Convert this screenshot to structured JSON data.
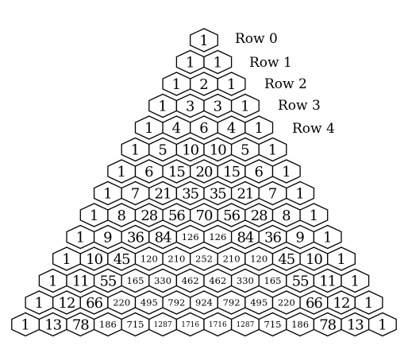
{
  "row_labels": [
    "Row 0",
    "Row 1",
    "Row 2",
    "Row 3",
    "Row 4"
  ],
  "rows": [
    [
      1
    ],
    [
      1,
      1
    ],
    [
      1,
      2,
      1
    ],
    [
      1,
      3,
      3,
      1
    ],
    [
      1,
      4,
      6,
      4,
      1
    ],
    [
      1,
      5,
      10,
      10,
      5,
      1
    ],
    [
      1,
      6,
      15,
      20,
      15,
      6,
      1
    ],
    [
      1,
      7,
      21,
      35,
      35,
      21,
      7,
      1
    ],
    [
      1,
      8,
      28,
      56,
      70,
      56,
      28,
      8,
      1
    ],
    [
      1,
      9,
      36,
      84,
      126,
      126,
      84,
      36,
      9,
      1
    ],
    [
      1,
      10,
      45,
      120,
      210,
      252,
      210,
      120,
      45,
      10,
      1
    ],
    [
      1,
      11,
      55,
      165,
      330,
      462,
      462,
      330,
      165,
      55,
      11,
      1
    ],
    [
      1,
      12,
      66,
      220,
      495,
      792,
      924,
      792,
      495,
      220,
      66,
      12,
      1
    ],
    [
      1,
      13,
      78,
      186,
      715,
      1287,
      1716,
      1716,
      1287,
      715,
      186,
      78,
      13,
      1
    ]
  ],
  "colors": {
    "stroke": "#000000",
    "fill": "#ffffff",
    "text": "#000000"
  }
}
